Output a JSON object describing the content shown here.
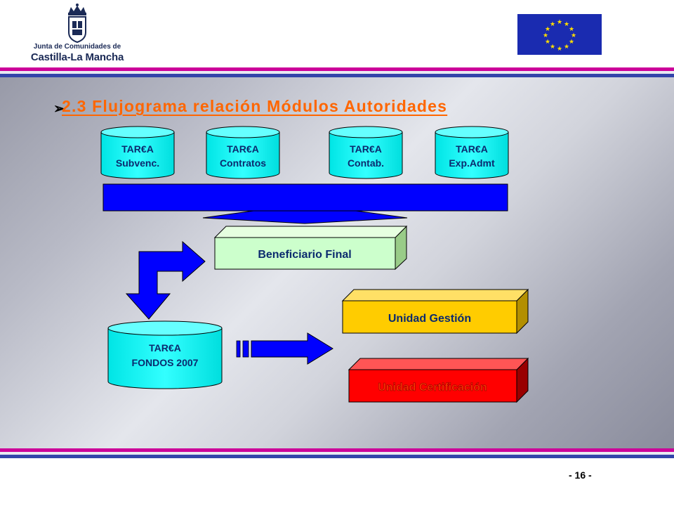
{
  "header": {
    "logo_line1": "Junta de Comunidades de",
    "logo_line2": "Castilla-La Mancha",
    "logo_icon": "crown-shield-icon",
    "flag_icon": "eu-flag-icon"
  },
  "colors": {
    "band_magenta": "#cc0099",
    "band_blue": "#3344aa",
    "title_orange": "#ff6600",
    "cylinder_cyan": "#00ffff",
    "arrow_blue": "#0000ff",
    "box_green": "#ccffcc",
    "box_yellow": "#ffcc00",
    "box_red": "#ff0000"
  },
  "title": "2.3 Flujograma relación Módulos Autoridades",
  "cylinders_top": [
    {
      "line1": "TAR€A",
      "line2": "Subvenc."
    },
    {
      "line1": "TAR€A",
      "line2": "Contratos"
    },
    {
      "line1": "TAR€A",
      "line2": "Contab."
    },
    {
      "line1": "TAR€A",
      "line2": "Exp.Admt"
    }
  ],
  "beneficiario": "Beneficiario Final",
  "fondos": {
    "line1": "TAR€A",
    "line2": "FONDOS 2007"
  },
  "unidad_gestion": "Unidad Gestión",
  "unidad_certificacion": "Unidad Certificación",
  "page_number": "- 16 -"
}
